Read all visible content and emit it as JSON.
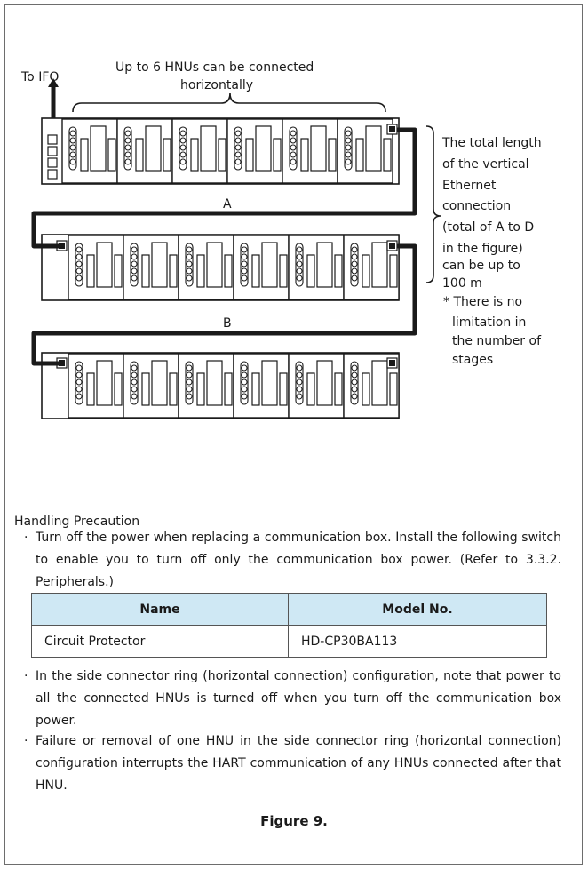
{
  "diagram": {
    "to_ifo_label": "To IFO",
    "up_to_label_line1": "Up to 6 HNUs can be connected",
    "up_to_label_line2": "horizontally",
    "cable_a_label": "A",
    "cable_b_label": "B",
    "total_length_note": [
      "The total length",
      "of the vertical",
      "Ethernet",
      "connection",
      "(total of A to D",
      "in the figure)",
      "can be up to",
      "100 m"
    ],
    "stage_note": [
      "* There is no",
      "limitation in",
      "the number of",
      "stages"
    ]
  },
  "handling": {
    "title": "Handling Precaution",
    "bullet1": "Turn off the power when replacing a communication box. Install the following switch to enable you to turn off only the communication box power. (Refer to 3.3.2. Peripherals.)",
    "table": {
      "headers": [
        "Name",
        "Model No."
      ],
      "rows": [
        [
          "Circuit Protector",
          "HD-CP30BA113"
        ]
      ]
    },
    "bullet2": "In the side connector ring (horizontal connection) configuration, note that power to all the connected HNUs is turned off when you turn off the communication box power.",
    "bullet3": "Failure or removal of one HNU in the side connector ring (horizontal connection) configuration interrupts the HART communication of any HNUs connected after that HNU."
  },
  "caption": "Figure 9."
}
